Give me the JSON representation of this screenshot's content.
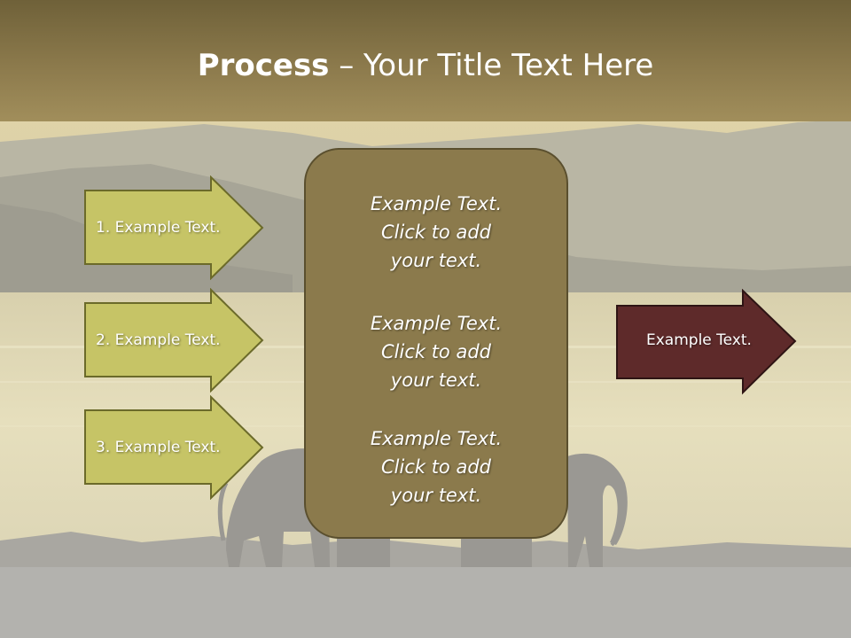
{
  "slide": {
    "title_bold": "Process",
    "title_rest": " – Your Title Text Here",
    "left_arrows": [
      {
        "label": "1. Example Text."
      },
      {
        "label": "2. Example Text."
      },
      {
        "label": "3. Example Text."
      }
    ],
    "center_blocks": [
      {
        "line1": "Example Text.",
        "line2": "Click  to add",
        "line3": "your text."
      },
      {
        "line1": "Example Text.",
        "line2": "Click  to add",
        "line3": "your text."
      },
      {
        "line1": "Example Text.",
        "line2": "Click  to add",
        "line3": "your text."
      }
    ],
    "right_arrow": {
      "label": "Example Text."
    }
  },
  "colors": {
    "title_bar": "#8c7a4c",
    "left_arrow_fill": "#c6c466",
    "left_arrow_border": "#6b6a2a",
    "center_box_fill": "#8b7a4c",
    "right_arrow_fill": "#5e2a2a"
  }
}
